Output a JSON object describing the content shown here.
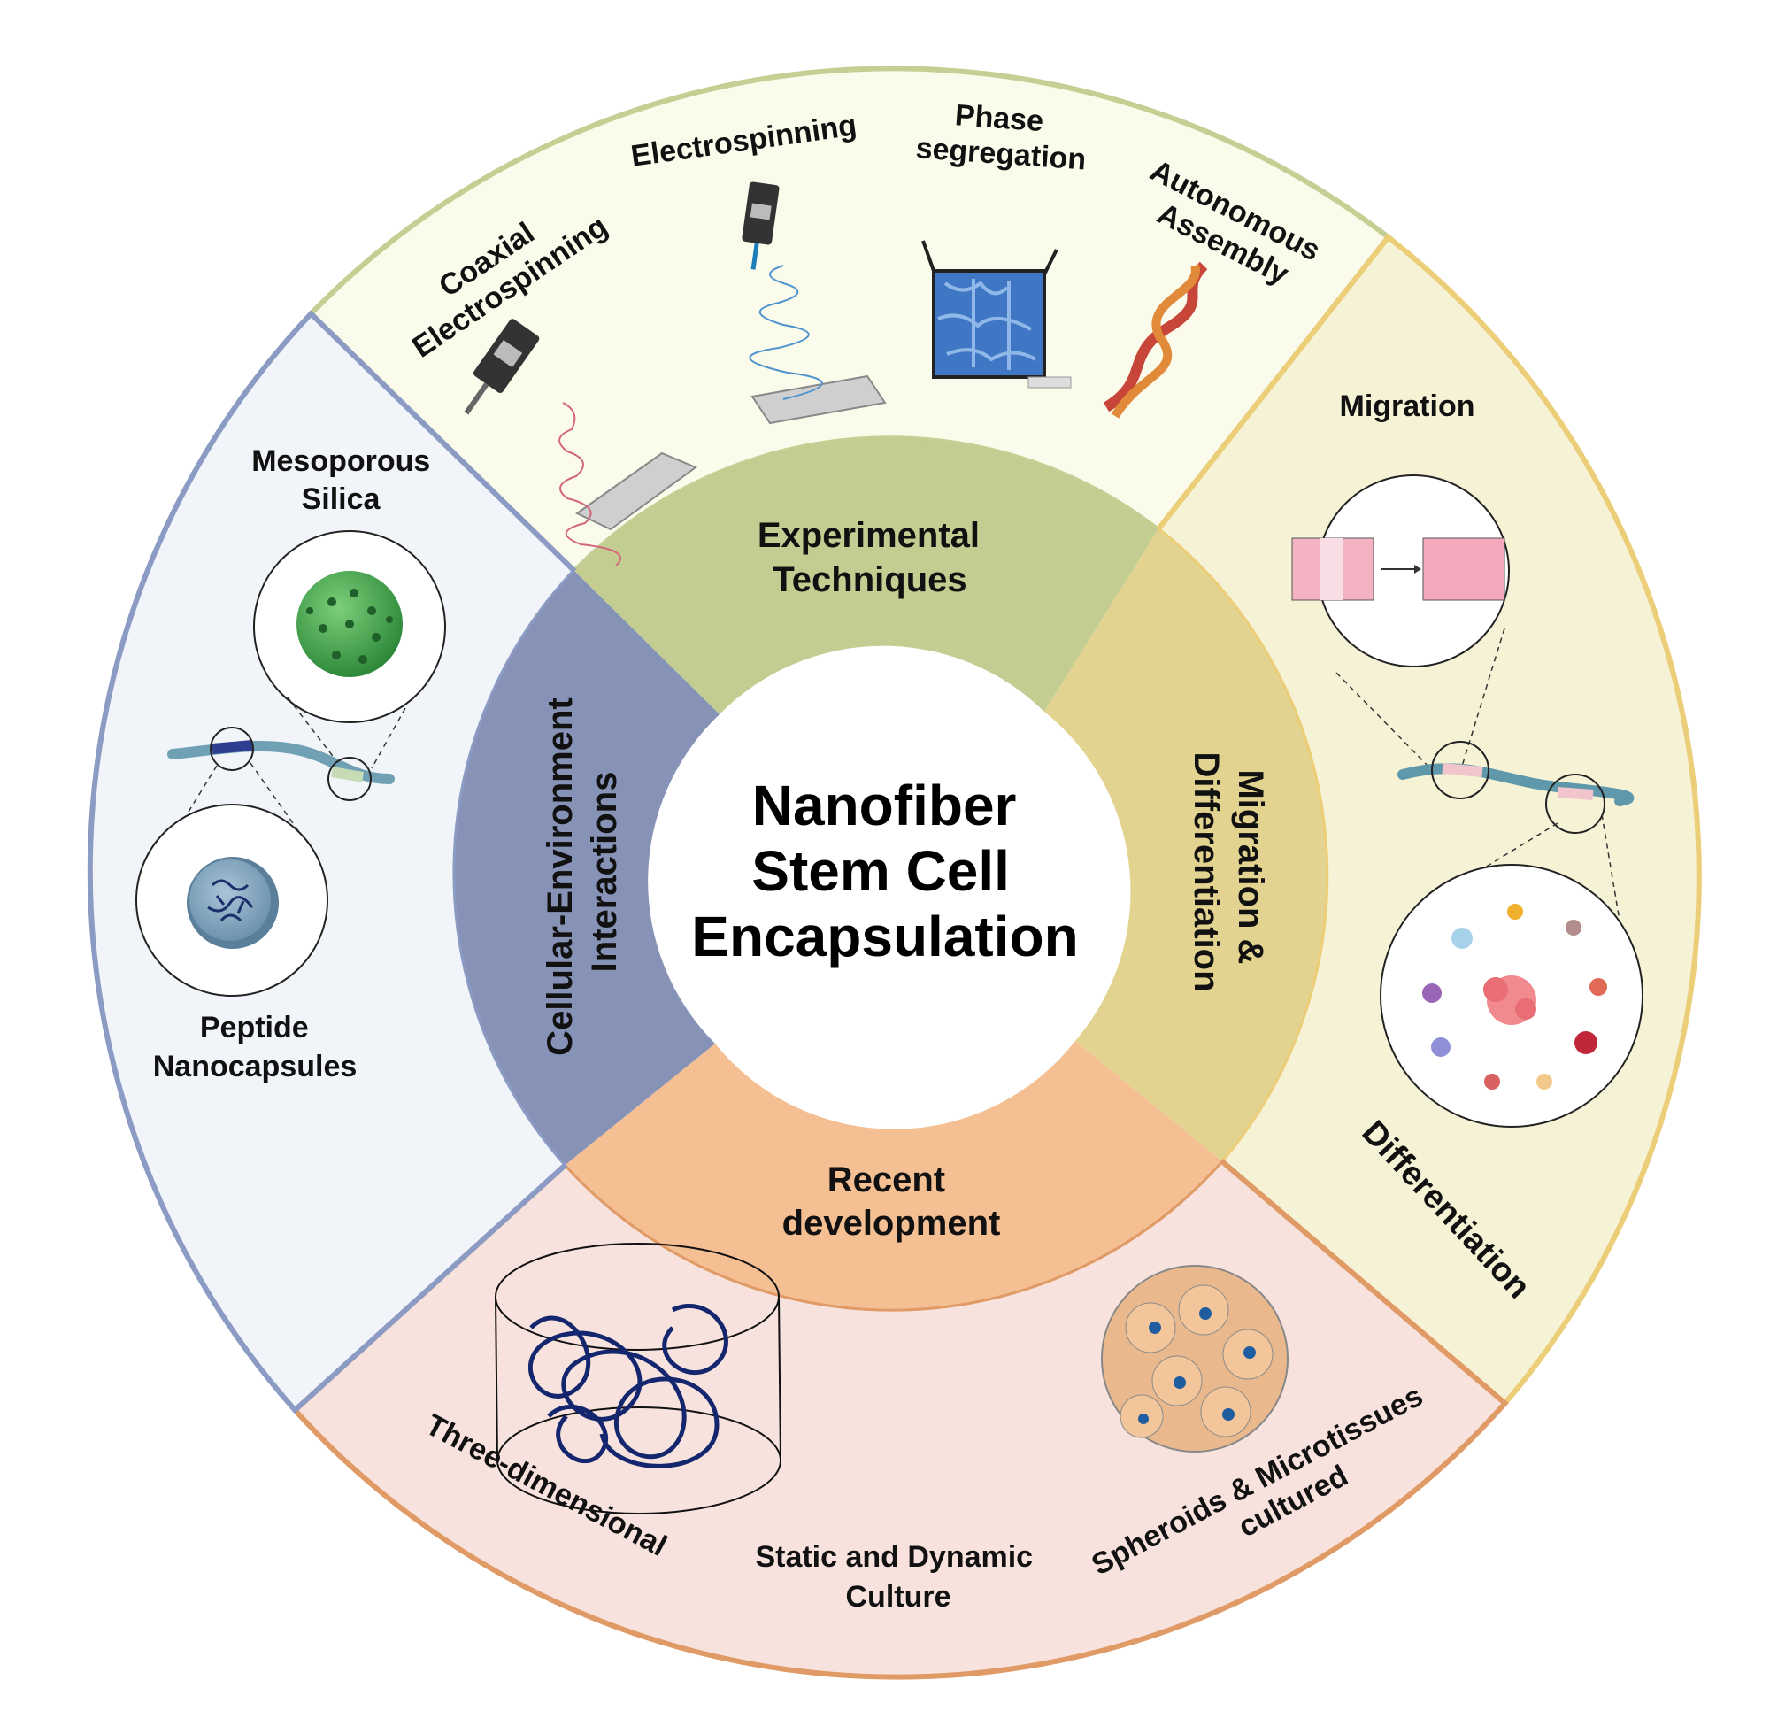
{
  "center": {
    "lines": [
      "Nanofiber",
      "Stem Cell",
      "Encapsulation"
    ]
  },
  "inner_sections": {
    "experimental": {
      "lines": [
        "Experimental",
        "Techniques"
      ],
      "color": "#c3cc91"
    },
    "migration": {
      "lines": [
        "Migration &",
        "Differentiation"
      ],
      "color": "#e3d390"
    },
    "recent": {
      "lines": [
        "Recent",
        "development"
      ],
      "color": "#f4bf92"
    },
    "cellular": {
      "lines": [
        "Cellular-Environment",
        "Interactions"
      ],
      "color": "#8793b6"
    }
  },
  "outer_sections": {
    "top": {
      "fill": "#fbfbec",
      "border": "#c4cf93"
    },
    "right": {
      "fill": "#f5f2d5",
      "border": "#eccd78"
    },
    "bottom": {
      "fill": "#f8e2dd",
      "border": "#e09a66"
    },
    "left": {
      "fill": "#f1f5fa",
      "border": "#8c9bc3"
    }
  },
  "technique_labels": {
    "coaxial": [
      "Coaxial",
      "Electrospinning"
    ],
    "electrospinning": [
      "Electrospinning"
    ],
    "phase": [
      "Phase",
      "segregation"
    ],
    "autonomous": [
      "Autonomous",
      "Assembly"
    ]
  },
  "migration_labels": {
    "migration": "Migration",
    "differentiation": "Differentiation"
  },
  "recent_labels": {
    "three_d": "Three-dimensional",
    "static": [
      "Static and Dynamic",
      "Culture"
    ],
    "spheroids": [
      "Spheroids & Microtissues",
      "cultured"
    ]
  },
  "cellular_labels": {
    "silica": [
      "Mesoporous",
      "Silica"
    ],
    "peptide": [
      "Peptide",
      "Nanocapsules"
    ]
  }
}
